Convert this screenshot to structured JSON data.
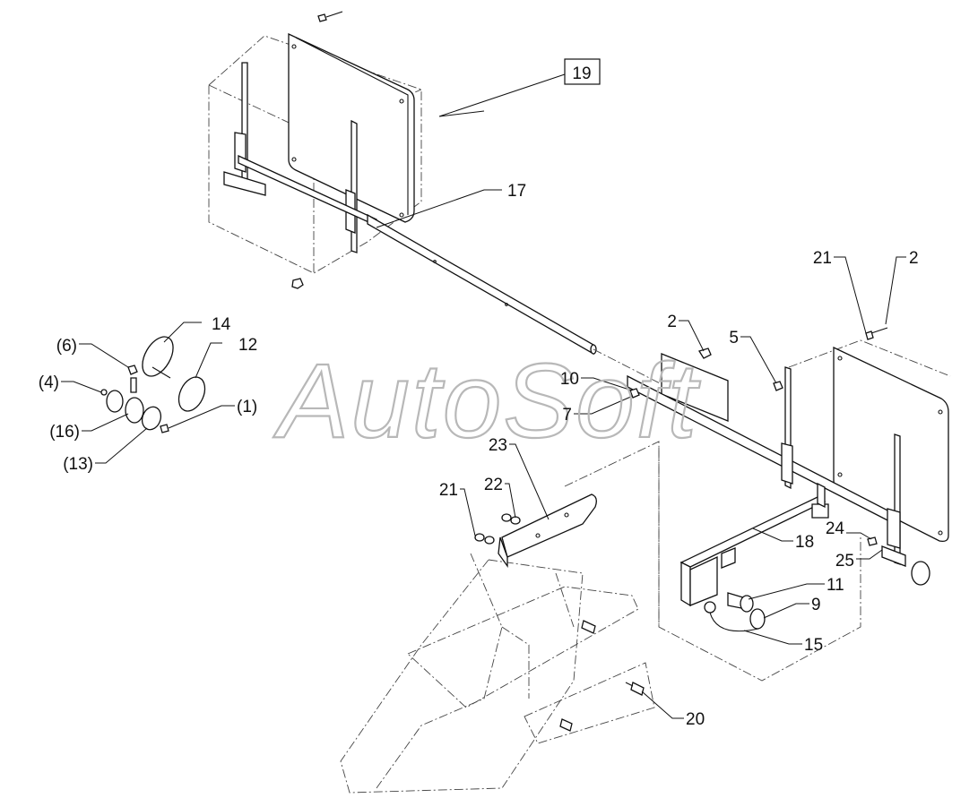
{
  "watermark": "AutoSoft",
  "labels": {
    "p1": "(1)",
    "p2a": "2",
    "p2b": "2",
    "p4": "(4)",
    "p5": "5",
    "p6": "(6)",
    "p7": "7",
    "p9": "9",
    "p10": "10",
    "p11": "11",
    "p12": "12",
    "p13": "(13)",
    "p14": "14",
    "p15": "15",
    "p16": "(16)",
    "p17": "17",
    "p18": "18",
    "p19": "19",
    "p20": "20",
    "p21a": "21",
    "p21b": "21",
    "p22": "22",
    "p23": "23",
    "p24": "24",
    "p25": "25"
  }
}
